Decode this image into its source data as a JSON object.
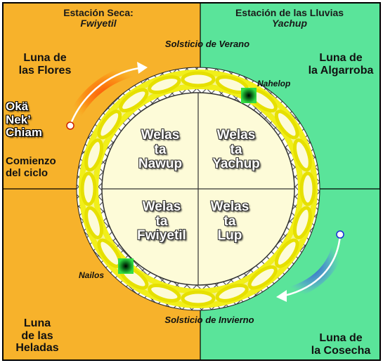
{
  "colors": {
    "dry_bg": "#f7b22b",
    "wet_bg": "#5ae49a",
    "border": "#000000",
    "ring_yellow": "#f1ef1a",
    "inner_disk": "#fdfbd8"
  },
  "seasons": {
    "dry": {
      "title": "Estación Seca:",
      "name": "Fwiyetil"
    },
    "wet": {
      "title": "Estación de las Lluvias",
      "name": "Yachup"
    }
  },
  "moons": {
    "flores": "Luna de\nlas Flores",
    "algarroba": "Luna de\nla Algarroba",
    "heladas": "Luna\nde las\nHeladas",
    "cosecha": "Luna de\nla Cosecha"
  },
  "cycle_start": {
    "name": "Okä\nNek’\nChiam",
    "label": "Comienzo\ndel ciclo"
  },
  "solstices": {
    "summer": "Solsticio de Verano",
    "winter": "Solsticio de Invierno"
  },
  "stars": {
    "nahelop": "Nahelop",
    "nailos": "Nailos"
  },
  "quadrants": {
    "nawup": "Welas\nta\nNawup",
    "yachup": "Welas\nta\nYachup",
    "fwiyetil": "Welas\nta\nFwiyetil",
    "lup": "Welas\nta\nLup"
  }
}
